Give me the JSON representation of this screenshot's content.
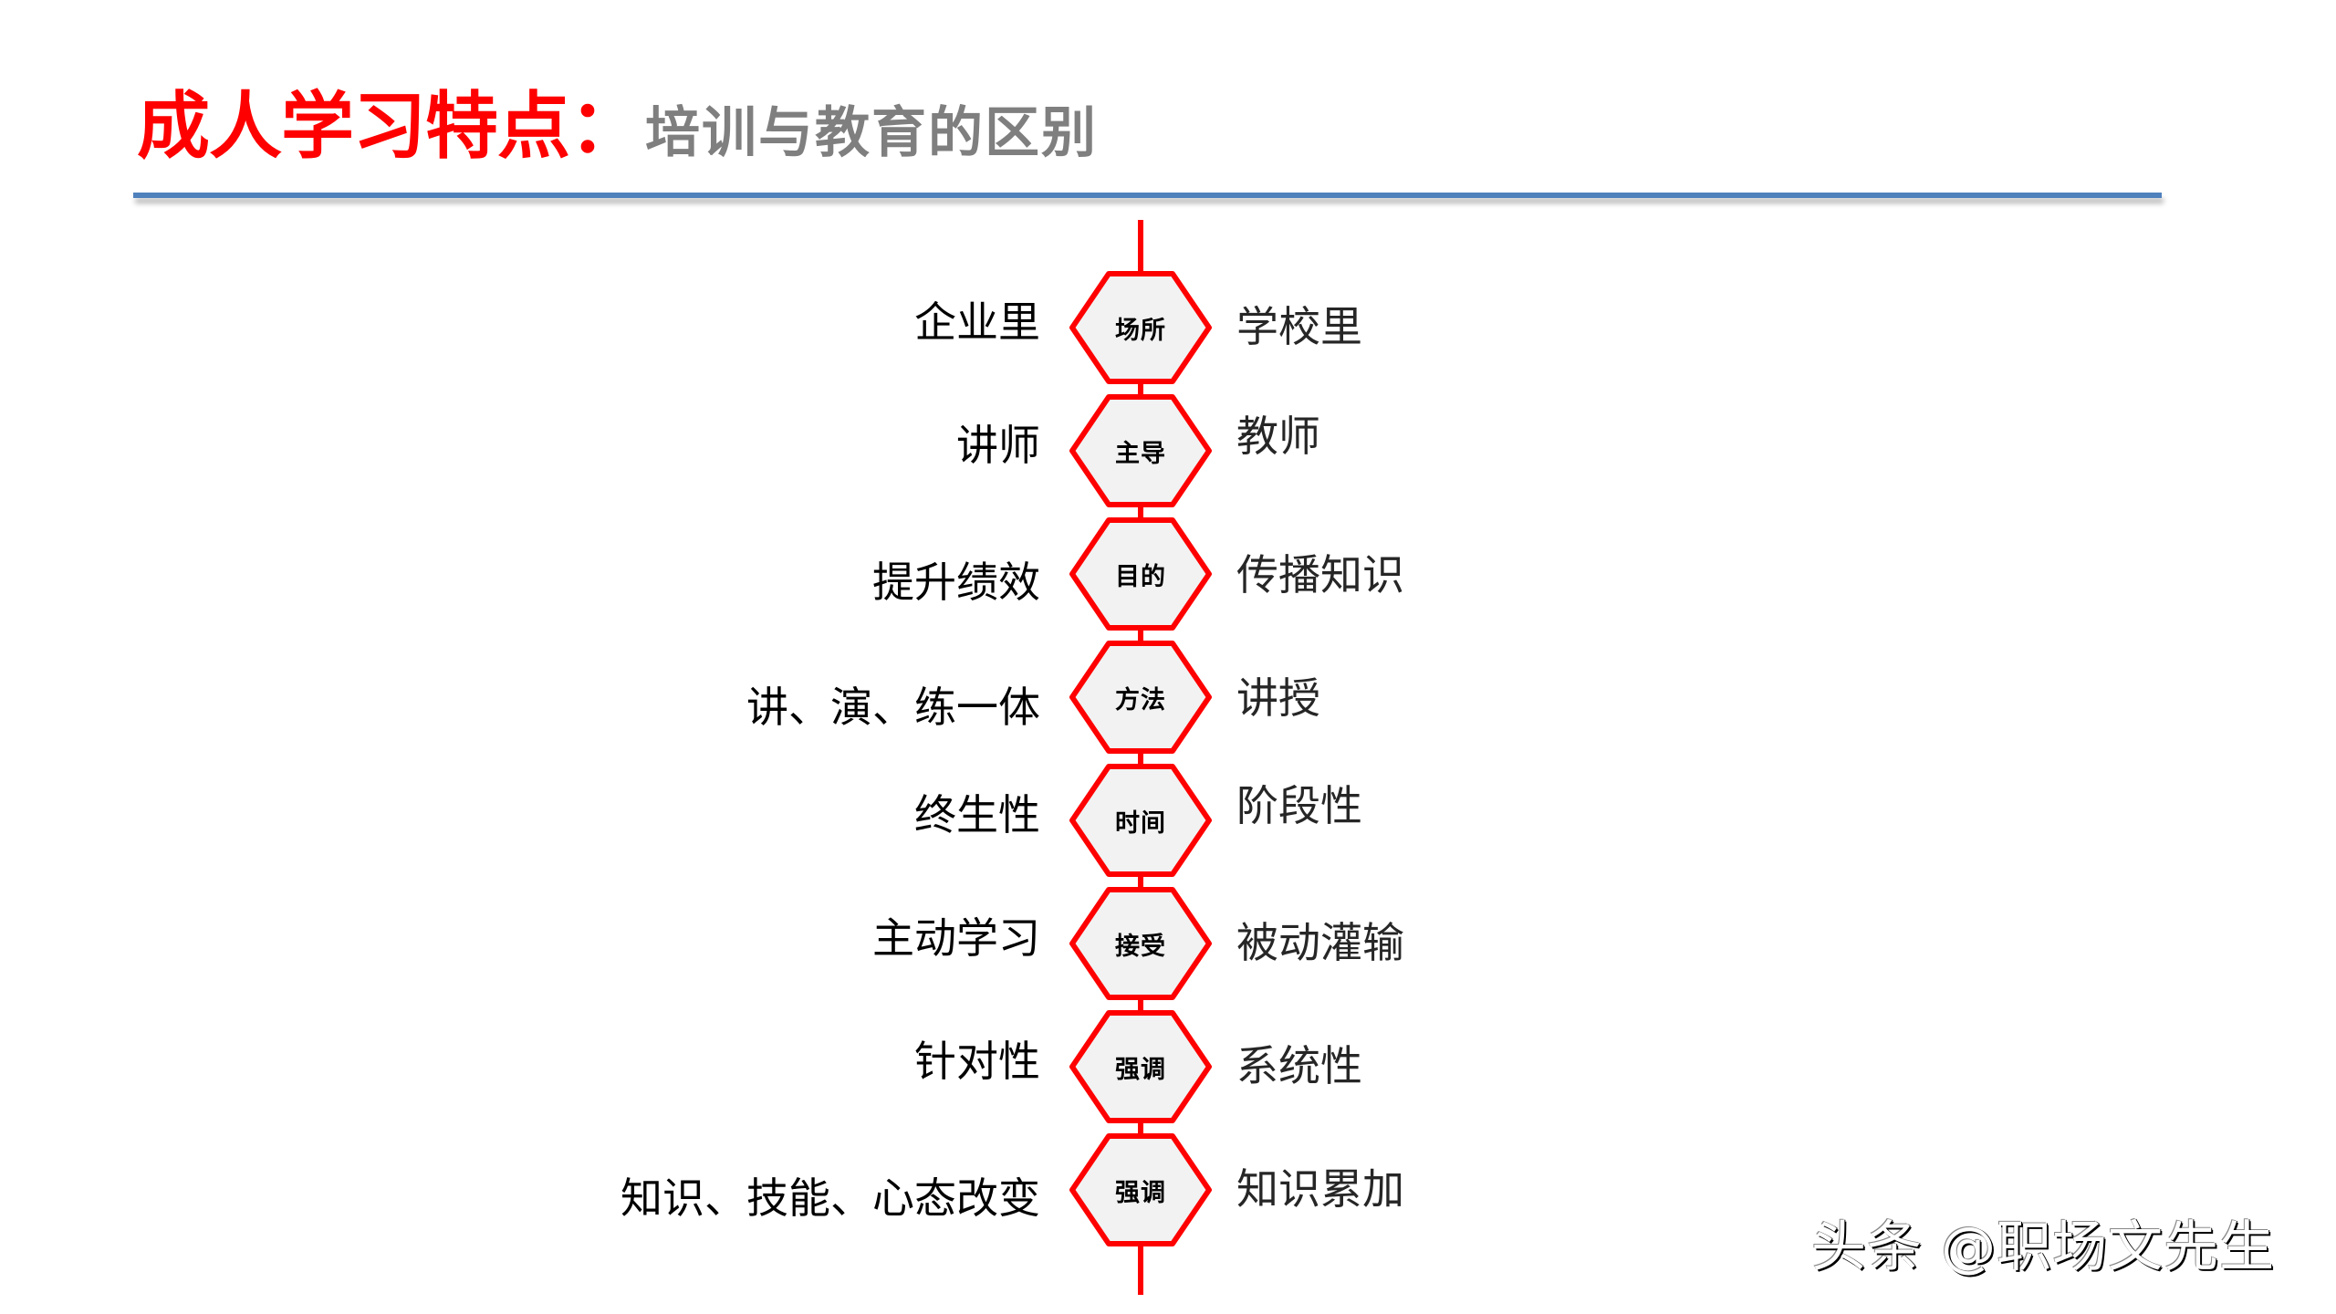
{
  "title": {
    "main": "成人学习特点：",
    "sub": "培训与教育的区别"
  },
  "colors": {
    "title_red": "#ff0000",
    "subtitle_gray": "#7f7f7f",
    "rule_blue": "#4f81bd",
    "spine_red": "#ff0000",
    "hex_fill": "#f2f2f2",
    "hex_stroke": "#ff0000"
  },
  "rows": [
    {
      "aspect": "场所",
      "training": "企业里",
      "education": "学校里"
    },
    {
      "aspect": "主导",
      "training": "讲师",
      "education": "教师"
    },
    {
      "aspect": "目的",
      "training": "提升绩效",
      "education": "传播知识"
    },
    {
      "aspect": "方法",
      "training": "讲、演、练一体",
      "education": "讲授"
    },
    {
      "aspect": "时间",
      "training": "终生性",
      "education": "阶段性"
    },
    {
      "aspect": "接受",
      "training": "主动学习",
      "education": "被动灌输"
    },
    {
      "aspect": "强调",
      "training": "针对性",
      "education": "系统性"
    },
    {
      "aspect": "强调",
      "training": "知识、技能、心态改变",
      "education": "知识累加"
    }
  ],
  "watermark": "头条 @职场文先生"
}
